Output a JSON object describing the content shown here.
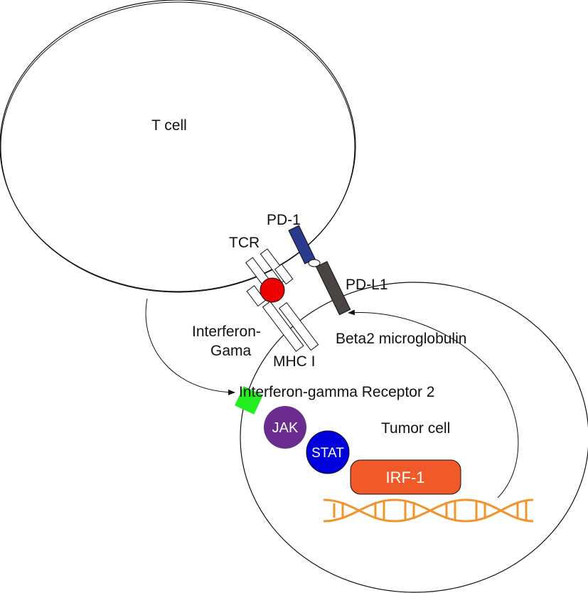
{
  "labels": {
    "t_cell": "T cell",
    "tumor_cell": "Tumor cell",
    "pd1": "PD-1",
    "pdl1": "PD-L1",
    "tcr": "TCR",
    "mhc": "MHC I",
    "beta2": "Beta2 microglobulin",
    "ifn_line1": "Interferon-",
    "ifn_line2": "Gama",
    "ifngr2": "Interferon-gamma Receptor 2",
    "jak": "JAK",
    "stat": "STAT",
    "irf1": "IRF-1"
  },
  "colors": {
    "pd1": "#2b3a8c",
    "pdl1": "#4a4442",
    "antigen": "#ee0000",
    "ifngr2": "#22ee22",
    "jak": "#6a2c8f",
    "stat": "#0000dd",
    "irf1": "#f05a28",
    "dna": "#f0952e"
  },
  "icons": {
    "dna": "dna-helix-icon",
    "arrows": "arrow-icon"
  }
}
